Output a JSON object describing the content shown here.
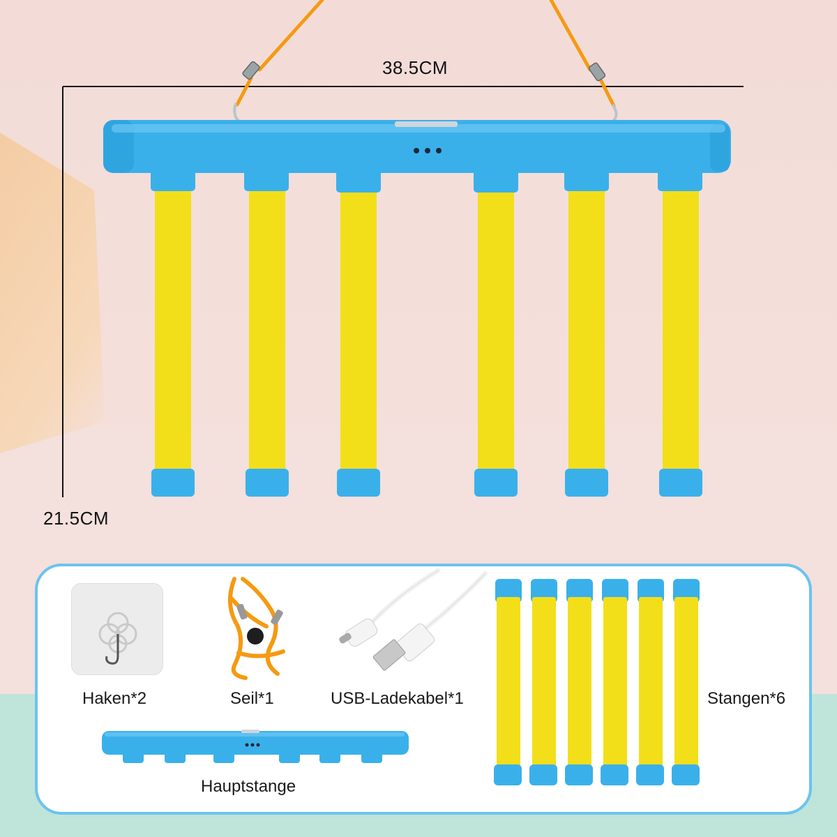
{
  "dimensions": {
    "width_label": "38.5CM",
    "height_label": "21.5CM"
  },
  "colors": {
    "pipe_blue": "#3ab0ea",
    "foam_yellow": "#f2df1a",
    "rope_orange": "#f59a12",
    "panel_border": "#6cc3ef"
  },
  "package": {
    "items": [
      {
        "label": "Haken*2",
        "icon": "hook-icon"
      },
      {
        "label": "Seil*1",
        "icon": "rope-icon"
      },
      {
        "label": "USB-Ladekabel*1",
        "icon": "usb-cable-icon"
      },
      {
        "label": "Stangen*6",
        "icon": "foam-sticks-icon"
      },
      {
        "label": "Hauptstange",
        "icon": "main-bar-icon"
      }
    ]
  }
}
